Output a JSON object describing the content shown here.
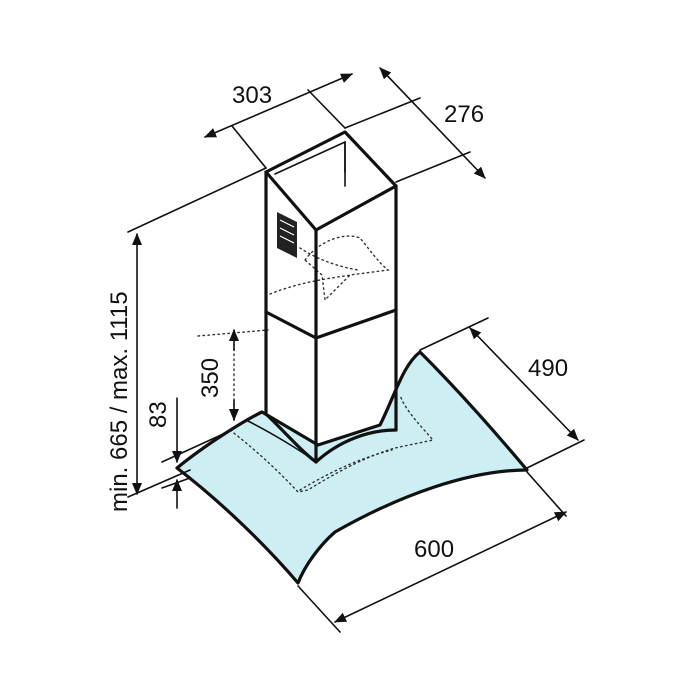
{
  "dimensions": {
    "width_chimney": "303",
    "depth_chimney": "276",
    "height_range": "min. 665 / max. 1115",
    "chimney_offset": "350",
    "glass_thickness": "83",
    "hood_depth": "490",
    "hood_width": "600"
  },
  "colors": {
    "glass": "#cdeef3",
    "line": "#111111",
    "control_panel": "#222222"
  }
}
